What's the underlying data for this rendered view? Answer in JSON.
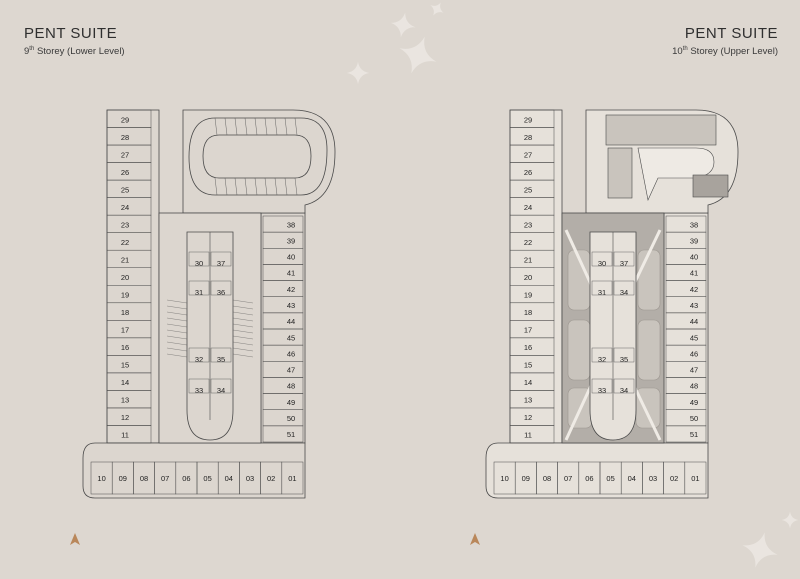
{
  "colors": {
    "background": "#ddd7d0",
    "line": "#4a4a4a",
    "plan_fill": "#dcd6cf",
    "upper_dark": "#b3aea8",
    "upper_unit": "#e6e1da",
    "sparkle": "#ebe7e1",
    "compass": "#b9875a"
  },
  "left_plan": {
    "title": "PENT SUITE",
    "subtitle_num": "9",
    "subtitle_sup": "th",
    "subtitle_rest": " Storey (Lower Level)",
    "left_column": [
      "29",
      "28",
      "27",
      "26",
      "25",
      "24",
      "23",
      "22",
      "21",
      "20",
      "19",
      "18",
      "17",
      "16",
      "15",
      "14",
      "13",
      "12",
      "11"
    ],
    "right_column": [
      "38",
      "39",
      "40",
      "41",
      "42",
      "43",
      "44",
      "45",
      "46",
      "47",
      "48",
      "49",
      "50",
      "51"
    ],
    "bottom_row": [
      "10",
      "09",
      "08",
      "07",
      "06",
      "05",
      "04",
      "03",
      "02",
      "01"
    ],
    "core_top": [
      "30",
      "37",
      "31",
      "36"
    ],
    "core_bottom": [
      "32",
      "35",
      "33",
      "34"
    ]
  },
  "right_plan": {
    "title": "PENT SUITE",
    "subtitle_num": "10",
    "subtitle_sup": "th",
    "subtitle_rest": " Storey (Upper Level)",
    "left_column": [
      "29",
      "28",
      "27",
      "26",
      "25",
      "24",
      "23",
      "22",
      "21",
      "20",
      "19",
      "18",
      "17",
      "16",
      "15",
      "14",
      "13",
      "12",
      "11"
    ],
    "right_column": [
      "38",
      "39",
      "40",
      "41",
      "42",
      "43",
      "44",
      "45",
      "46",
      "47",
      "48",
      "49",
      "50",
      "51"
    ],
    "bottom_row": [
      "10",
      "09",
      "08",
      "07",
      "06",
      "05",
      "04",
      "03",
      "02",
      "01"
    ],
    "core_top": [
      "30",
      "37",
      "31",
      "34"
    ],
    "core_bottom": [
      "32",
      "35",
      "33",
      "34"
    ]
  }
}
